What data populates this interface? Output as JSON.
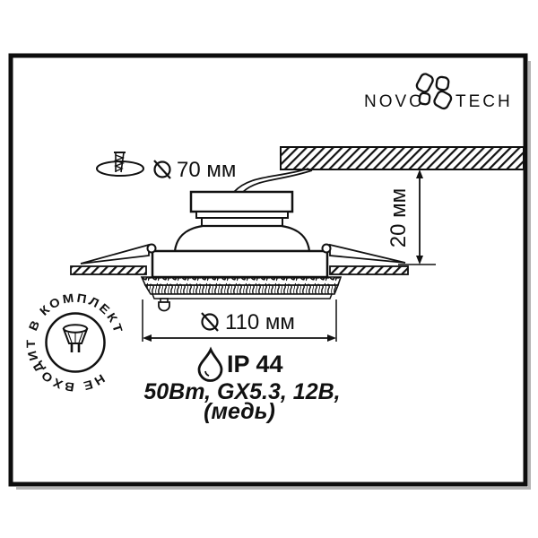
{
  "colors": {
    "ink": "#111111",
    "paper": "#ffffff",
    "shadow": "#b3b3b3"
  },
  "logo": {
    "left": "NOVO",
    "right": "TECH"
  },
  "icons": {
    "flower": "novotech-flower-icon",
    "drill": "drill-bit-in-hole-icon",
    "diameter": "circle-slash-diameter-icon",
    "drop": "water-drop-icon",
    "lamp": "gx53-halogen-lamp-icon"
  },
  "callouts": {
    "cutout": {
      "value": "70 мм"
    },
    "depth": {
      "value": "20 мм"
    },
    "outer": {
      "value": "110 мм"
    }
  },
  "badge": {
    "text": "НЕ ВХОДИТ В КОМПЛЕКТ"
  },
  "specs": {
    "ip": "IP 44",
    "line1": "50Вт, GX5.3, 12В,",
    "line2": "(медь)"
  }
}
